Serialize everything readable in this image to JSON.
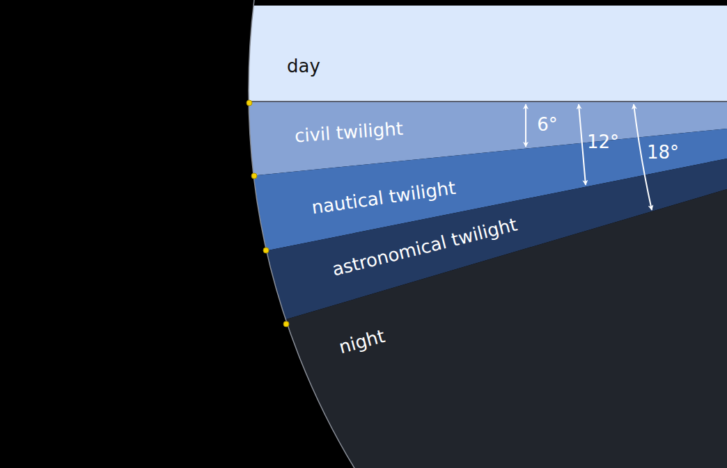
{
  "diagram": {
    "nodes": [
      {
        "text": [
          "day"
        ]
      },
      {
        "text": [
          "civil twilight"
        ]
      },
      {
        "text": [
          "nautical twilight"
        ]
      },
      {
        "text": [
          "astronomical twilight"
        ]
      },
      {
        "text": [
          "night"
        ]
      }
    ],
    "labels": [
      "6°",
      "12°",
      "18°"
    ]
  }
}
